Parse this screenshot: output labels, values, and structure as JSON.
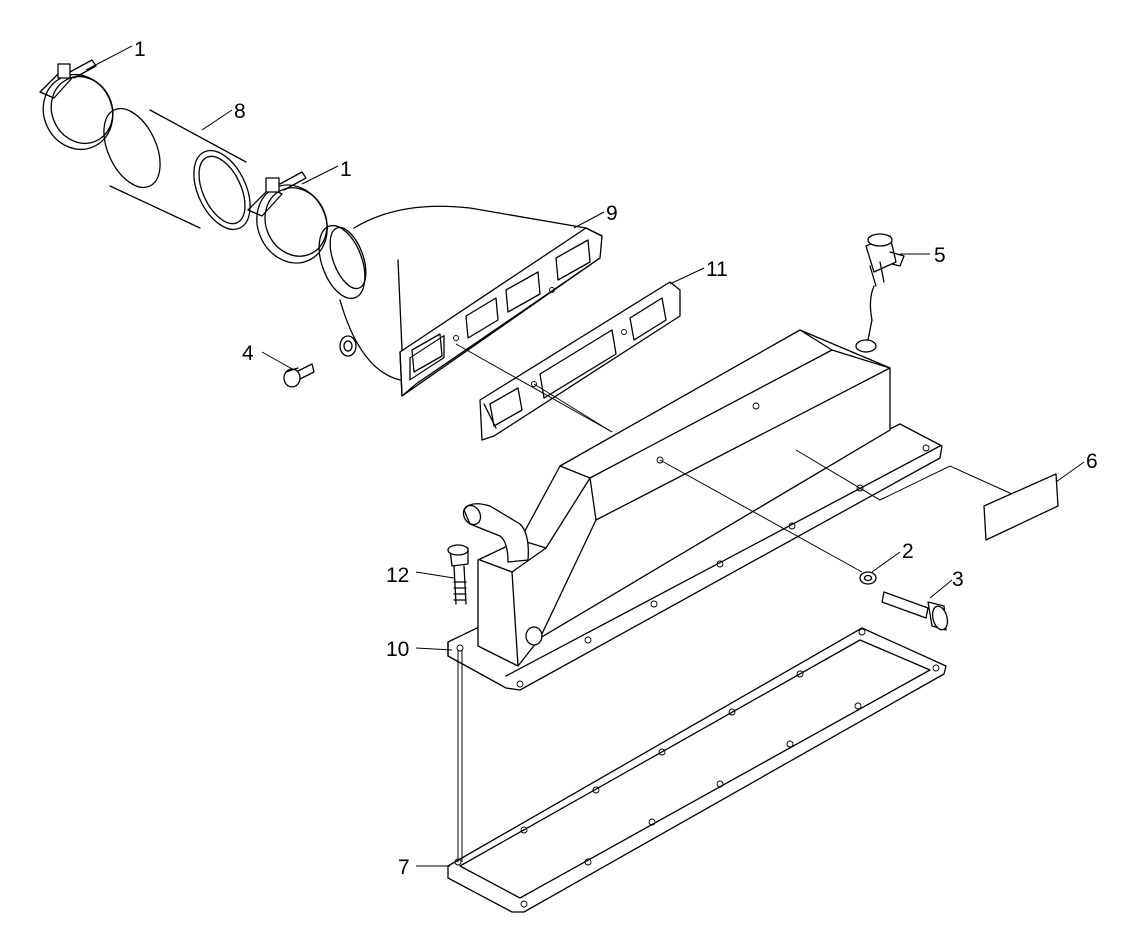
{
  "diagram": {
    "callouts": [
      {
        "id": "c1a",
        "label": "1"
      },
      {
        "id": "c8",
        "label": "8"
      },
      {
        "id": "c1b",
        "label": "1"
      },
      {
        "id": "c9",
        "label": "9"
      },
      {
        "id": "c5",
        "label": "5"
      },
      {
        "id": "c11",
        "label": "11"
      },
      {
        "id": "c4",
        "label": "4"
      },
      {
        "id": "c6",
        "label": "6"
      },
      {
        "id": "c2",
        "label": "2"
      },
      {
        "id": "c3",
        "label": "3"
      },
      {
        "id": "c12",
        "label": "12"
      },
      {
        "id": "c10",
        "label": "10"
      },
      {
        "id": "c7",
        "label": "7"
      }
    ]
  }
}
